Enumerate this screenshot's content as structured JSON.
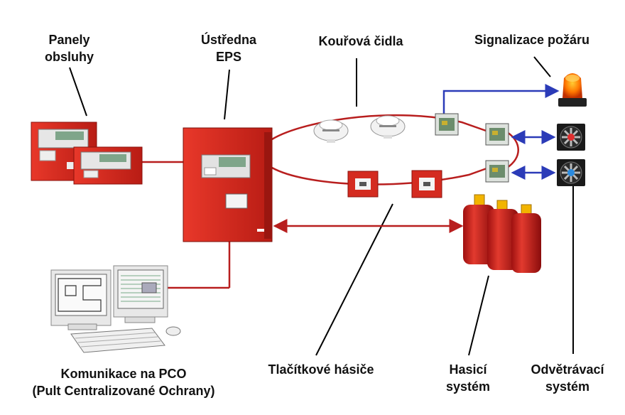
{
  "labels": {
    "panels_line1": "Panely",
    "panels_line2": "obsluhy",
    "central_line1": "Ústředna",
    "central_line2": "EPS",
    "smoke": "Kouřová čidla",
    "signal": "Signalizace požáru",
    "pco_line1": "Komunikace na PCO",
    "pco_line2": "(Pult Centralizované Ochrany)",
    "buttons": "Tlačítkové hásiče",
    "extinguish_line1": "Hasicí",
    "extinguish_line2": "systém",
    "vent_line1": "Odvětrávací",
    "vent_line2": "systém"
  },
  "colors": {
    "loop": "#b81e1e",
    "signal_link": "#2b3bb8",
    "panel_red": "#d42b20"
  }
}
